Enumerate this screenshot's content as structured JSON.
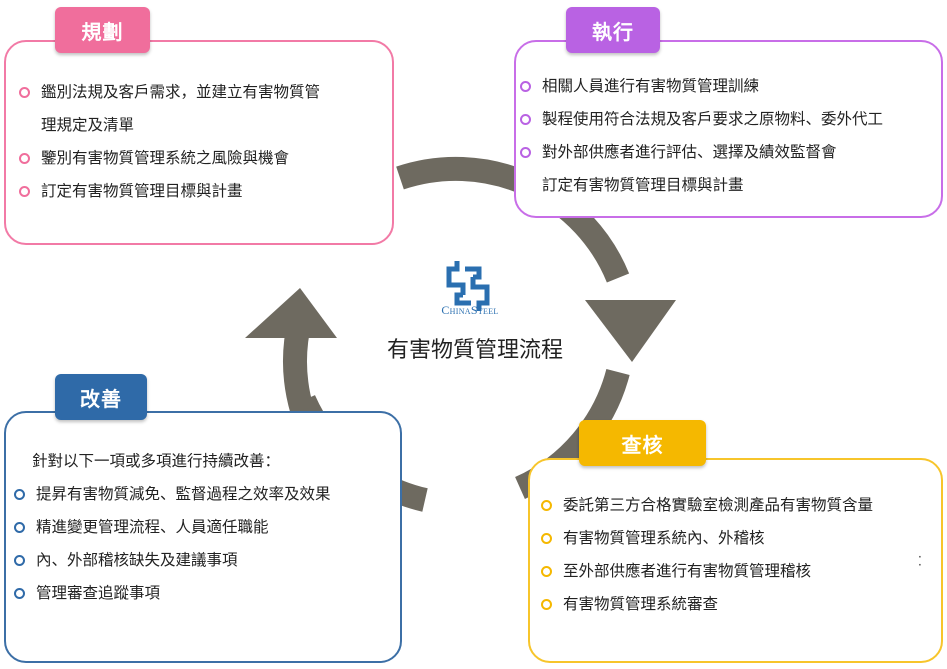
{
  "colors": {
    "plan": "#f06e9c",
    "do": "#b962e3",
    "check": "#f5b800",
    "act": "#2f6aa8",
    "arrow": "#6e6a60",
    "logo": "#2a6fb0"
  },
  "center": {
    "logo_text": "ChinaSteel",
    "title": "有害物質管理流程"
  },
  "plan": {
    "label": "規劃",
    "items": [
      {
        "lines": [
          "鑑別法規及客戶需求，並建立有害物質管",
          "理規定及清單"
        ]
      },
      {
        "lines": [
          "鑒別有害物質管理系統之風險與機會"
        ]
      },
      {
        "lines": [
          "訂定有害物質管理目標與計畫"
        ]
      }
    ]
  },
  "do": {
    "label": "執行",
    "items": [
      {
        "lines": [
          "相關人員進行有害物質管理訓練"
        ]
      },
      {
        "lines": [
          "製程使用符合法規及客戶要求之原物料、委外代工"
        ]
      },
      {
        "lines": [
          "對外部供應者進行評估、選擇及績效監督會",
          "訂定有害物質管理目標與計畫"
        ]
      }
    ]
  },
  "check": {
    "label": "查核",
    "items": [
      {
        "lines": [
          "委託第三方合格實驗室檢測產品有害物質含量"
        ]
      },
      {
        "lines": [
          "有害物質管理系統內、外稽核"
        ]
      },
      {
        "lines": [
          "至外部供應者進行有害物質管理稽核"
        ]
      },
      {
        "lines": [
          "有害物質管理系統審查"
        ]
      }
    ]
  },
  "act": {
    "label": "改善",
    "intro": "針對以下一項或多項進行持續改善：",
    "items": [
      {
        "lines": [
          "提昇有害物質減免、監督過程之效率及效果"
        ]
      },
      {
        "lines": [
          "精進變更管理流程、人員適任職能"
        ]
      },
      {
        "lines": [
          "內、外部稽核缺失及建議事項"
        ]
      },
      {
        "lines": [
          "管理審查追蹤事項"
        ]
      }
    ]
  }
}
